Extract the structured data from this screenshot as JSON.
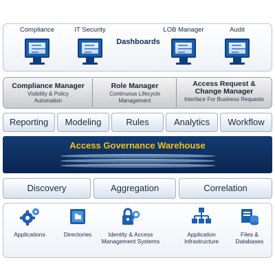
{
  "dashboards": {
    "title": "Dashboards",
    "users": [
      "Compliance",
      "IT Security",
      "LOB Manager",
      "Audit"
    ]
  },
  "managers": [
    {
      "title": "Compliance Manager",
      "subtitle": "Visibility & Policy Automation"
    },
    {
      "title": "Role Manager",
      "subtitle": "Continuous Lifecycle Management"
    },
    {
      "title_line1": "Access Request &",
      "title_line2": "Change Manager",
      "subtitle": "Interface For Business Requests"
    }
  ],
  "tools": [
    "Reporting",
    "Modeling",
    "Rules",
    "Analytics",
    "Workflow"
  ],
  "warehouse": {
    "title": "Access Governance Warehouse"
  },
  "processes": [
    "Discovery",
    "Aggregation",
    "Correlation"
  ],
  "sources": [
    {
      "line1": "Applications",
      "line2": ""
    },
    {
      "line1": "Directories",
      "line2": ""
    },
    {
      "line1": "Identity & Access",
      "line2": "Management Systems"
    },
    {
      "line1": "Application",
      "line2": "Infrastructure"
    },
    {
      "line1": "Files &",
      "line2": "Databases"
    }
  ],
  "colors": {
    "warehouse_bg": "#0f336a",
    "warehouse_text": "#f3c316",
    "icon_blue": "#1c5fb0"
  }
}
